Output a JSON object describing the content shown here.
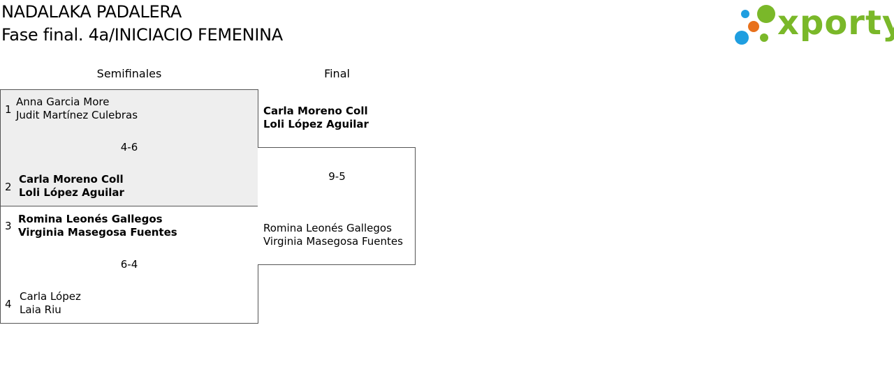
{
  "header": {
    "title": "NADALAKA PADALERA",
    "subtitle": "Fase final. 4a/INICIACIO FEMENINA"
  },
  "logo": {
    "text": "xporty",
    "colors": {
      "green": "#7ab829",
      "blue": "#1f9ee0",
      "orange": "#e8711c"
    }
  },
  "rounds": {
    "semifinals_label": "Semifinales",
    "final_label": "Final"
  },
  "semifinals": [
    {
      "score": "4-6",
      "top": {
        "seed": "1",
        "players": [
          "Anna Garcia More",
          "Judit Martínez Culebras"
        ]
      },
      "bottom": {
        "seed": "2",
        "players": [
          "Carla Moreno Coll",
          "Loli López Aguilar"
        ]
      }
    },
    {
      "score": "6-4",
      "top": {
        "seed": "3",
        "players": [
          "Romina Leonés Gallegos",
          "Virginia Masegosa Fuentes"
        ]
      },
      "bottom": {
        "seed": "4",
        "players": [
          "Carla López",
          "Laia Riu"
        ]
      }
    }
  ],
  "final": {
    "score": "9-5",
    "top": {
      "players": [
        "Carla Moreno Coll",
        "Loli López Aguilar"
      ]
    },
    "bottom": {
      "players": [
        "Romina Leonés Gallegos",
        "Virginia Masegosa Fuentes"
      ]
    }
  }
}
